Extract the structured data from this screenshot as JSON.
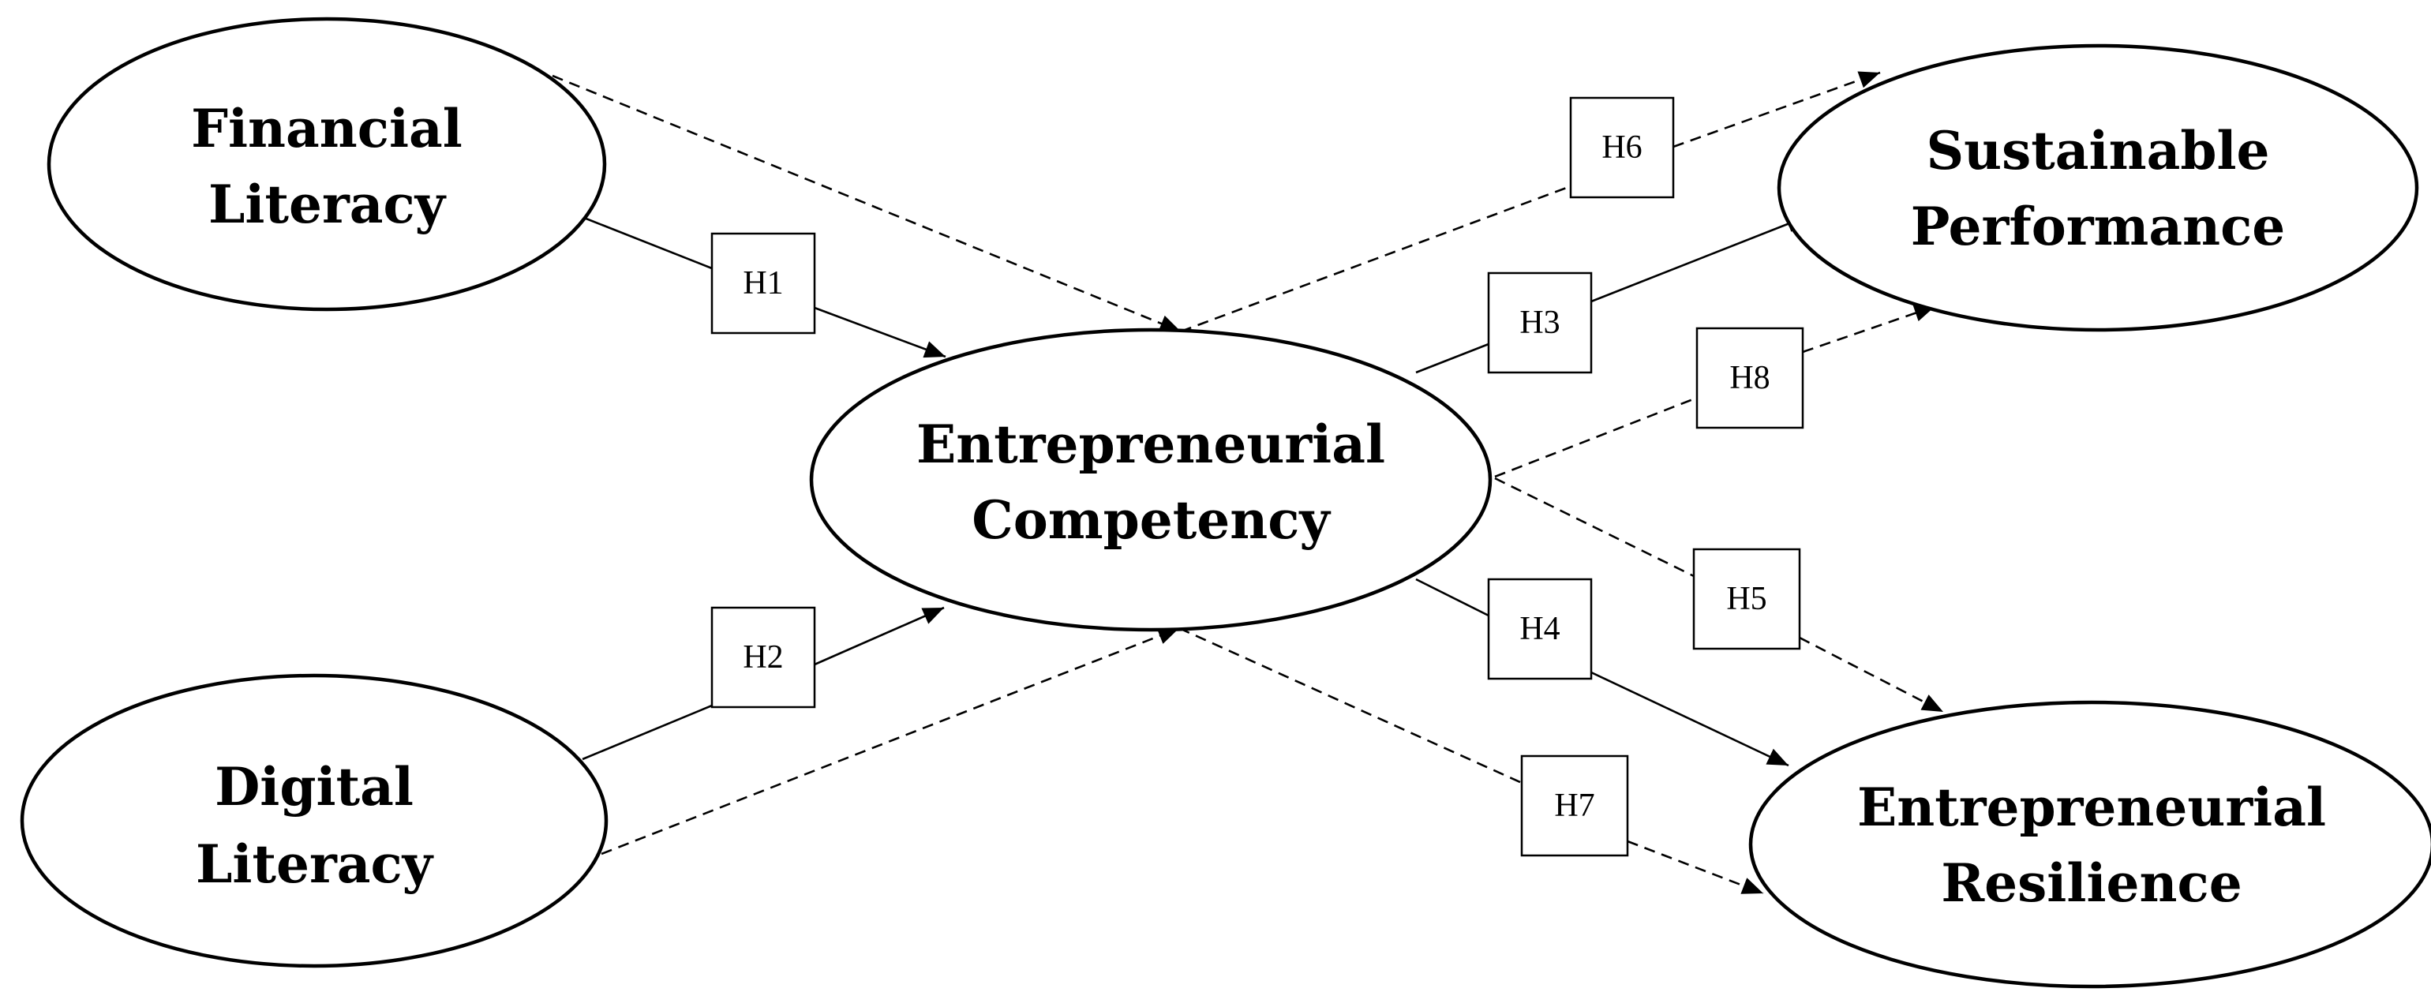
{
  "nodes": {
    "financial": [
      "Financial",
      "Literacy"
    ],
    "digital": [
      "Digital",
      "Literacy"
    ],
    "competency": [
      "Entrepreneurial",
      "Competency"
    ],
    "sustainable": [
      "Sustainable",
      "Performance"
    ],
    "resilience": [
      "Entrepreneurial",
      "Resilience"
    ]
  },
  "hypotheses": {
    "h1": "H1",
    "h2": "H2",
    "h3": "H3",
    "h4": "H4",
    "h5": "H5",
    "h6": "H6",
    "h7": "H7",
    "h8": "H8"
  },
  "edges": [
    {
      "id": "h1",
      "from": "financial",
      "to": "competency",
      "style": "solid"
    },
    {
      "id": "h2",
      "from": "digital",
      "to": "competency",
      "style": "solid"
    },
    {
      "id": "h3",
      "from": "competency",
      "to": "sustainable",
      "style": "solid"
    },
    {
      "id": "h4",
      "from": "competency",
      "to": "resilience",
      "style": "solid"
    },
    {
      "id": "h5",
      "from": "competency",
      "to": "resilience",
      "style": "dashed"
    },
    {
      "id": "h6",
      "from": "competency",
      "to": "sustainable",
      "style": "dashed"
    },
    {
      "id": "h7",
      "from": "competency",
      "to": "resilience",
      "style": "dashed"
    },
    {
      "id": "h8",
      "from": "competency",
      "to": "sustainable",
      "style": "dashed"
    },
    {
      "id": "fl-ec-mediated",
      "from": "financial",
      "to": "competency",
      "style": "dashed"
    },
    {
      "id": "dl-ec-mediated",
      "from": "digital",
      "to": "competency",
      "style": "dashed"
    }
  ]
}
